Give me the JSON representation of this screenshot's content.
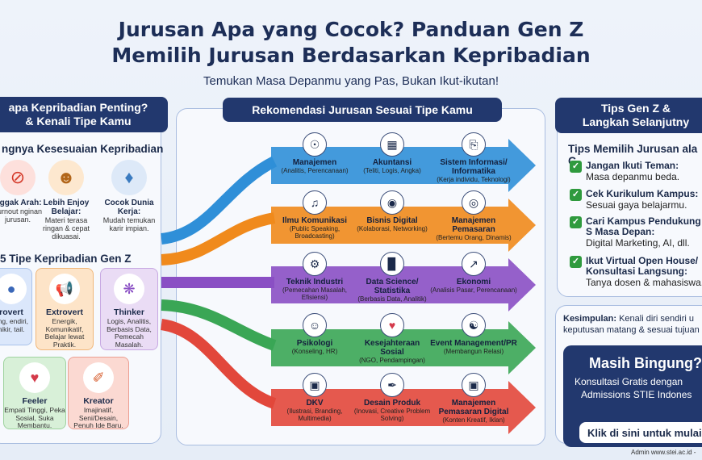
{
  "header": {
    "title_line1": "Jurusan Apa yang Cocok? Panduan Gen Z",
    "title_line2": "Memilih Jurusan Berdasarkan Kepribadian",
    "subtitle": "Temukan Masa Depanmu yang Pas, Bukan Ikut-ikutan!"
  },
  "left": {
    "pill_line1": "apa Kepribadian Penting?",
    "pill_line2": "& Kenali Tipe Kamu",
    "reasons_heading": "ngnya Kesesuaian Kepribadian",
    "reasons": [
      {
        "title": "Nggak Arah:",
        "desc": "burnout nginan jurusan.",
        "icon": "no-sign-icon"
      },
      {
        "title": "Lebih Enjoy Belajar:",
        "desc": "Materi terasa ringan & cepat dikuasai.",
        "icon": "reading-person-icon"
      },
      {
        "title": "Cocok Dunia Kerja:",
        "desc": "Mudah temukan karir impian.",
        "icon": "puzzle-icon"
      }
    ],
    "types_heading": "5 Tipe Kepribadian Gen Z",
    "types": [
      {
        "title": "rovert",
        "desc": "ang, endiri, nikir, tail.",
        "icon": "introvert-icon",
        "color": "#dbe7fb"
      },
      {
        "title": "Extrovert",
        "desc": "Energik, Komunikatif, Belajar lewat Praktik.",
        "icon": "megaphone-icon",
        "color": "#fde4c8"
      },
      {
        "title": "Thinker",
        "desc": "Logis, Analitis, Berbasis Data, Pemecah Masalah.",
        "icon": "brain-icon",
        "color": "#eadcf5"
      },
      {
        "title": "Feeler",
        "desc": "Empati Tinggi, Peka Sosial, Suka Membantu.",
        "icon": "heart-hands-icon",
        "color": "#d8f0d8"
      },
      {
        "title": "Kreator",
        "desc": "Imajinatif, Seni/Desain, Penuh Ide Baru.",
        "icon": "paintbrush-icon",
        "color": "#fbd9d2"
      }
    ]
  },
  "middle": {
    "pill": "Rekomendasi Jurusan Sesuai Tipe Kamu",
    "rows": [
      {
        "color": "#2f8fd8",
        "majors": [
          {
            "title": "Manajemen",
            "desc": "(Analitis, Perencanaan)",
            "icon": "org-chart-icon"
          },
          {
            "title": "Akuntansi",
            "desc": "(Teliti, Logis, Angka)",
            "icon": "calculator-icon"
          },
          {
            "title": "Sistem Informasi/ Informatika",
            "desc": "(Kerja individu, Teknologi)",
            "icon": "laptop-code-icon"
          }
        ]
      },
      {
        "color": "#f08a1c",
        "majors": [
          {
            "title": "Ilmu Komunikasi",
            "desc": "(Public Speaking, Broadcasting)",
            "icon": "megaphone-icon"
          },
          {
            "title": "Bisnis Digital",
            "desc": "(Kolaborasi, Networking)",
            "icon": "network-icon"
          },
          {
            "title": "Manajemen Pemasaran",
            "desc": "(Bertemu Orang, Dinamis)",
            "icon": "target-icon"
          }
        ]
      },
      {
        "color": "#8a4fc4",
        "majors": [
          {
            "title": "Teknik Industri",
            "desc": "(Pemecahan Masalah, Efisiensi)",
            "icon": "gear-icon"
          },
          {
            "title": "Data Science/ Statistika",
            "desc": "(Berbasis Data, Analitik)",
            "icon": "bar-chart-icon"
          },
          {
            "title": "Ekonomi",
            "desc": "(Analisis Pasar, Perencanaan)",
            "icon": "growth-chart-icon"
          }
        ]
      },
      {
        "color": "#3aa655",
        "majors": [
          {
            "title": "Psikologi",
            "desc": "(Konseling, HR)",
            "icon": "head-brain-icon"
          },
          {
            "title": "Kesejahteraan Sosial",
            "desc": "(NGO, Pendampingan)",
            "icon": "heart-hand-icon"
          },
          {
            "title": "Event Management/PR",
            "desc": "(Membangun Relasi)",
            "icon": "handshake-icon"
          }
        ]
      },
      {
        "color": "#e2473b",
        "majors": [
          {
            "title": "DKV",
            "desc": "(Ilustrasi, Branding, Multimedia)",
            "icon": "design-monitor-icon"
          },
          {
            "title": "Desain Produk",
            "desc": "(Inovasi, Creative Problem Solving)",
            "icon": "pen-tool-icon"
          },
          {
            "title": "Manajemen Pemasaran Digital",
            "desc": "(Konten Kreatif, Iklan)",
            "icon": "digital-ad-icon"
          }
        ]
      }
    ]
  },
  "right": {
    "pill_line1": "Tips Gen Z &",
    "pill_line2": "Langkah Selanjutny",
    "tips_heading": "Tips Memilih Jurusan ala G",
    "tips": [
      {
        "title": "Jangan Ikuti Teman:",
        "desc": "Masa depanmu beda."
      },
      {
        "title": "Cek Kurikulum Kampus:",
        "desc": "Sesuai gaya belajarmu."
      },
      {
        "title": "Cari Kampus Pendukung S Masa Depan:",
        "desc": "Digital Marketing, AI, dll."
      },
      {
        "title": "Ikut Virtual Open House/ Konsultasi Langsung:",
        "desc": "Tanya dosen & mahasiswa."
      }
    ],
    "conclusion_label": "Kesimpulan:",
    "conclusion_text": " Kenali diri sendiri u keputusan matang & sesuai tujuan",
    "cta_title": "Masih Bingung?",
    "cta_line1": "Konsultasi Gratis dengan",
    "cta_line2": "Admissions STIE Indones",
    "cta_button": "Klik di sini untuk mulai"
  },
  "footer": {
    "credit": "Admin www.stei.ac.id -"
  }
}
